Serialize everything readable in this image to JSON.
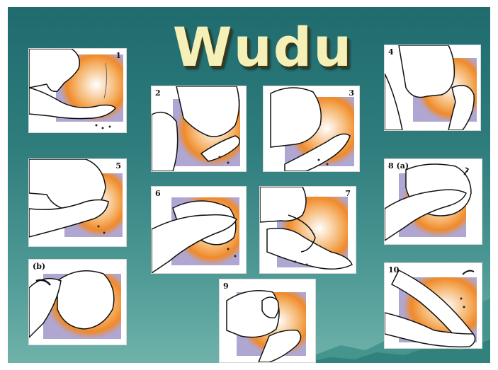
{
  "title": "Wudu",
  "colors": {
    "background_top": "#1f6b6e",
    "background_bottom": "#6fb2aa",
    "title_text": "#f4f0b8",
    "panel_glow": "#f08a2a",
    "panel_frame": "#a89cc8"
  },
  "steps": [
    {
      "label": "1"
    },
    {
      "label": "2"
    },
    {
      "label": "3"
    },
    {
      "label": "4"
    },
    {
      "label": "5"
    },
    {
      "label": "6"
    },
    {
      "label": "7"
    },
    {
      "label": "8 (a)"
    },
    {
      "label": "(b)"
    },
    {
      "label": "9"
    },
    {
      "label": "10"
    }
  ]
}
